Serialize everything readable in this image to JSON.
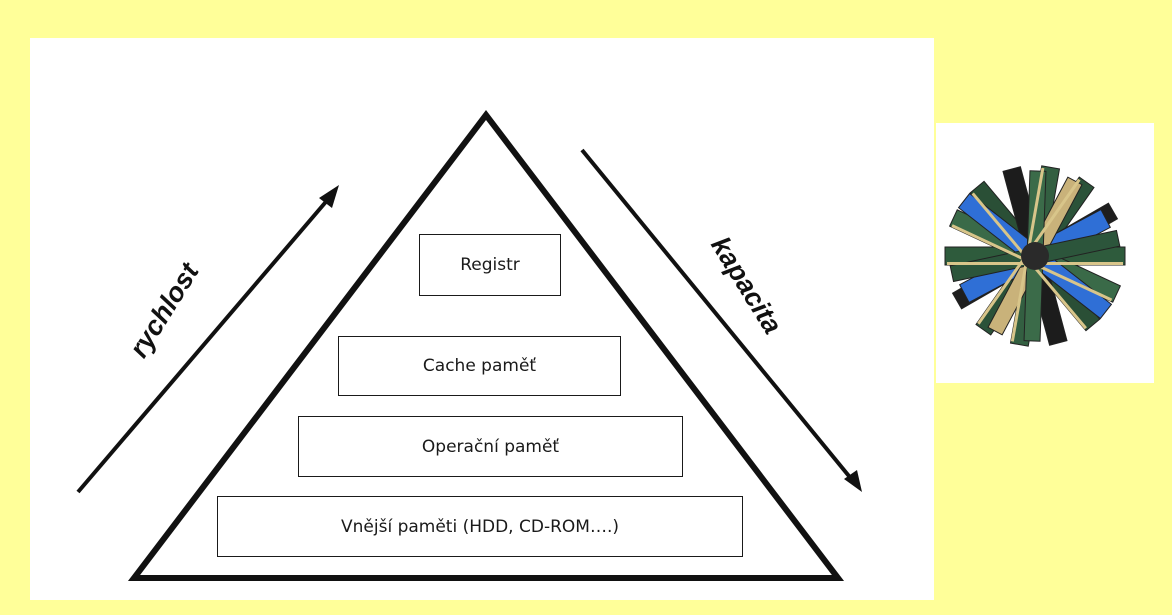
{
  "colors": {
    "background": "#ffff99",
    "panel": "#ffffff",
    "ink": "#111111",
    "ram_blue": "#2f6fd6",
    "ram_green": "#2e5b3c"
  },
  "pyramid": {
    "levels": [
      {
        "label": "Registr"
      },
      {
        "label": "Cache paměť"
      },
      {
        "label": "Operační paměť"
      },
      {
        "label": "Vnější paměti (HDD, CD-ROM….)"
      }
    ]
  },
  "arrows": {
    "left": {
      "label": "rychlost",
      "direction": "up"
    },
    "right": {
      "label": "kapacita",
      "direction": "down"
    }
  },
  "photo": {
    "subject": "ram-modules-photo"
  }
}
